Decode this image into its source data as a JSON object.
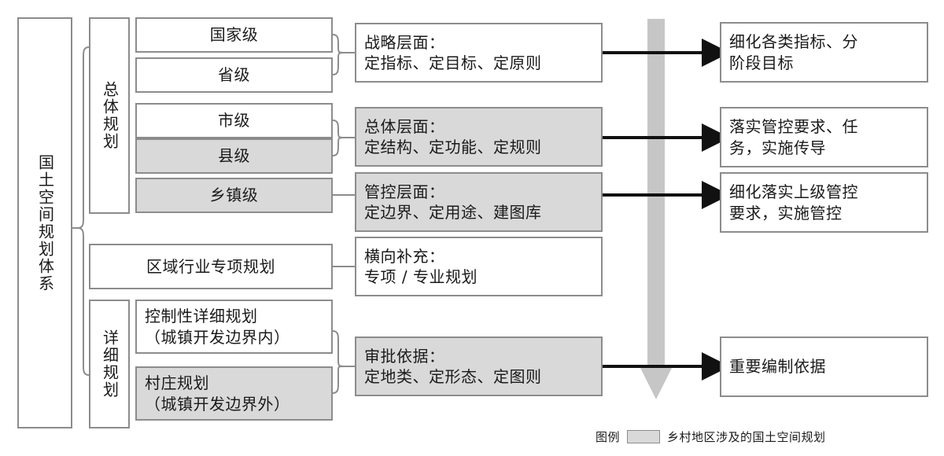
{
  "diagram": {
    "title": "国土空间规划体系",
    "root": {
      "label": "国土空间规划体系"
    },
    "categories": [
      {
        "id": "overall",
        "label": "总体规划"
      },
      {
        "id": "detailed",
        "label": "详细规划"
      }
    ],
    "levels": [
      {
        "id": "national",
        "label": "国家级",
        "shaded": false
      },
      {
        "id": "provincial",
        "label": "省级",
        "shaded": false
      },
      {
        "id": "city",
        "label": "市级",
        "shaded": false
      },
      {
        "id": "county",
        "label": "县级",
        "shaded": true
      },
      {
        "id": "township",
        "label": "乡镇级",
        "shaded": true
      }
    ],
    "special": {
      "id": "regional-sector",
      "label": "区域行业专项规划",
      "shaded": false
    },
    "detailed_plans": [
      {
        "id": "regulatory",
        "label": "控制性详细规划\n（城镇开发边界内）",
        "shaded": false
      },
      {
        "id": "village",
        "label": "村庄规划\n（城镇开发边界外）",
        "shaded": true
      }
    ],
    "aspects": [
      {
        "id": "strategic",
        "label": "战略层面：\n定指标、定目标、定原则",
        "shaded": false
      },
      {
        "id": "overall",
        "label": "总体层面：\n定结构、定功能、定规则",
        "shaded": true
      },
      {
        "id": "control",
        "label": "管控层面：\n定边界、定用途、建图库",
        "shaded": true
      },
      {
        "id": "horizontal",
        "label": "横向补充：\n专项 / 专业规划",
        "shaded": false
      },
      {
        "id": "approval",
        "label": "审批依据：\n定地类、定形态、定图则",
        "shaded": true
      }
    ],
    "outcomes": [
      {
        "id": "refine-indicators",
        "label": "细化各类指标、分\n阶段目标"
      },
      {
        "id": "implement-control",
        "label": "落实管控要求、任\n务，实施传导"
      },
      {
        "id": "refine-control",
        "label": "细化落实上级管控\n要求，实施管控"
      },
      {
        "id": "key-basis",
        "label": "重要编制依据"
      }
    ],
    "flow_arrow": {
      "name": "downward-gradient-arrow",
      "color": "#c6c6c6"
    },
    "legend": {
      "title": "图例",
      "swatch_color": "#d9d9d9",
      "description": "乡村地区涉及的国土空间规划"
    },
    "colors": {
      "box_border": "#8c8c8c",
      "box_fill": "#ffffff",
      "shaded_fill": "#d9d9d9",
      "connector": "#8c8c8c",
      "arrow": "#111111",
      "flow_arrow": "#c6c6c6",
      "text": "#1a1a1a"
    }
  }
}
